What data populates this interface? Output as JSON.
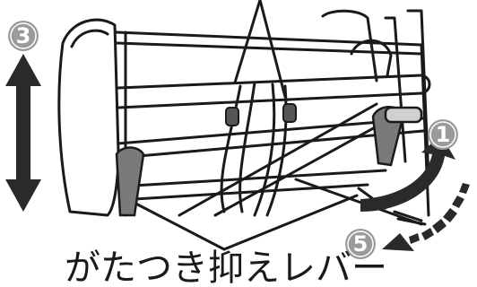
{
  "markers": {
    "step3": "3",
    "step1": "1",
    "step5": "5"
  },
  "caption": "がたつき抑えレバー",
  "colors": {
    "line": "#1a1a1a",
    "marker_fill": "#9a9a9a",
    "lever_fill": "#7a7a7a",
    "arrow_fill": "#2a2a2a"
  }
}
